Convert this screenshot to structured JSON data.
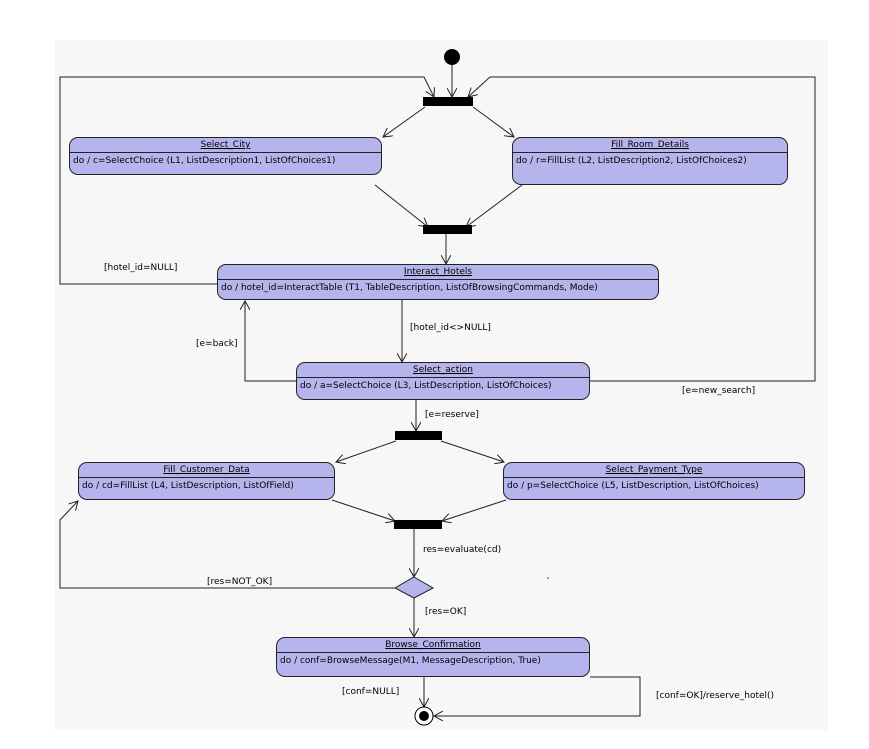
{
  "states": [
    {
      "id": "select-city",
      "name": "Select_City",
      "action": "do / c=SelectChoice (L1, ListDescription1, ListOfChoices1)"
    },
    {
      "id": "fill-room-details",
      "name": "Fill_Room_Details",
      "action": "do / r=FillList (L2, ListDescription2, ListOfChoices2)"
    },
    {
      "id": "interact-hotels",
      "name": "Interact_Hotels",
      "action": "do / hotel_id=InteractTable (T1, TableDescription, ListOfBrowsingCommands, Mode)"
    },
    {
      "id": "select-action",
      "name": "Select_action",
      "action": "do / a=SelectChoice (L3, ListDescription, ListOfChoices)"
    },
    {
      "id": "fill-customer-data",
      "name": "Fill_Customer_Data",
      "action": "do / cd=FillList (L4, ListDescription, ListOfField)"
    },
    {
      "id": "select-payment-type",
      "name": "Select_Payment_Type",
      "action": "do / p=SelectChoice (L5, ListDescription, ListOfChoices)"
    },
    {
      "id": "browse-confirmation",
      "name": "Browse_Confirmation",
      "action": "do / conf=BrowseMessage(M1, MessageDescription, True)"
    }
  ],
  "guards": {
    "hotel_null": "[hotel_id=NULL]",
    "hotel_not_null": "[hotel_id<>NULL]",
    "back": "[e=back]",
    "new_search": "[e=new_search]",
    "reserve": "[e=reserve]",
    "evaluate": "res=evaluate(cd)",
    "res_not_ok": "[res=NOT_OK]",
    "res_ok": "[res=OK]",
    "conf_null": "[conf=NULL]",
    "conf_ok": "[conf=OK]/reserve_hotel()"
  },
  "colors": {
    "state_fill": "#b6b4ec",
    "decision_fill": "#b6b4ec",
    "line": "#222222",
    "bar": "#000000",
    "panel": "#f7f7f7"
  }
}
